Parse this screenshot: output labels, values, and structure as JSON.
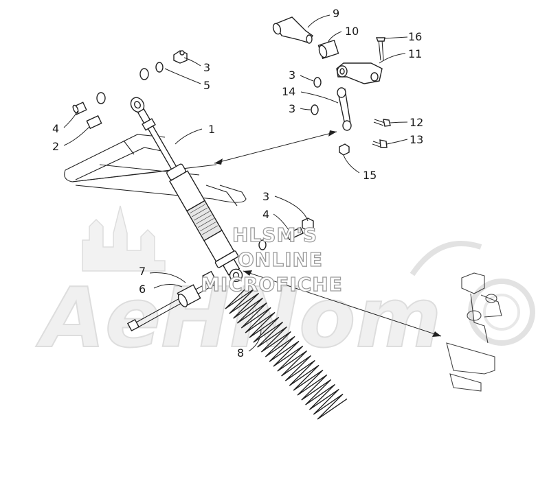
{
  "watermark": {
    "line1": "HLSM'S",
    "line2": "ONLINE",
    "line3": "MICROFICHE",
    "brand": "AeHNom"
  },
  "callouts": [
    {
      "id": "c1",
      "label": "1"
    },
    {
      "id": "c2",
      "label": "2"
    },
    {
      "id": "c3a",
      "label": "3"
    },
    {
      "id": "c3b",
      "label": "3"
    },
    {
      "id": "c3c",
      "label": "3"
    },
    {
      "id": "c3d",
      "label": "3"
    },
    {
      "id": "c4a",
      "label": "4"
    },
    {
      "id": "c4b",
      "label": "4"
    },
    {
      "id": "c5",
      "label": "5"
    },
    {
      "id": "c6",
      "label": "6"
    },
    {
      "id": "c7",
      "label": "7"
    },
    {
      "id": "c8",
      "label": "8"
    },
    {
      "id": "c9",
      "label": "9"
    },
    {
      "id": "c10",
      "label": "10"
    },
    {
      "id": "c11",
      "label": "11"
    },
    {
      "id": "c12",
      "label": "12"
    },
    {
      "id": "c13",
      "label": "13"
    },
    {
      "id": "c14",
      "label": "14"
    },
    {
      "id": "c15",
      "label": "15"
    },
    {
      "id": "c16",
      "label": "16"
    }
  ]
}
